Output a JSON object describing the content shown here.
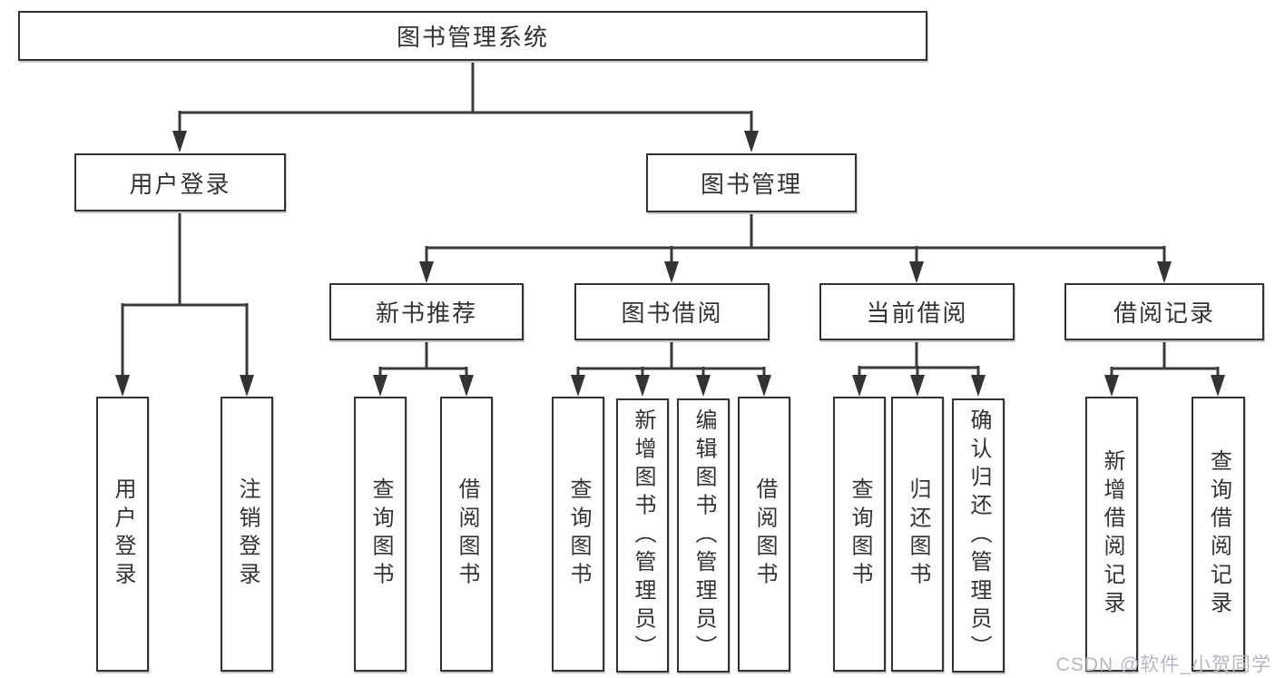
{
  "colors": {
    "line": "#3b3b3b",
    "box_border": "#333333",
    "box_background": "#ffffff",
    "text": "#333333",
    "watermark": "#b6b9c1"
  },
  "tree": {
    "label": "图书管理系统",
    "children": [
      {
        "label": "用户登录",
        "children": [
          {
            "label": "用户登录"
          },
          {
            "label": "注销登录"
          }
        ]
      },
      {
        "label": "图书管理",
        "children": [
          {
            "label": "新书推荐",
            "children": [
              {
                "label": "查询图书"
              },
              {
                "label": "借阅图书"
              }
            ]
          },
          {
            "label": "图书借阅",
            "children": [
              {
                "label": "查询图书"
              },
              {
                "label": "新增图书（管理员）"
              },
              {
                "label": "编辑图书（管理员）"
              },
              {
                "label": "借阅图书"
              }
            ]
          },
          {
            "label": "当前借阅",
            "children": [
              {
                "label": "查询图书"
              },
              {
                "label": "归还图书"
              },
              {
                "label": "确认归还（管理员）"
              }
            ]
          },
          {
            "label": "借阅记录",
            "children": [
              {
                "label": "新增借阅记录"
              },
              {
                "label": "查询借阅记录"
              }
            ]
          }
        ]
      }
    ]
  },
  "watermark": {
    "text": "CSDN @软件_小贺同学"
  }
}
